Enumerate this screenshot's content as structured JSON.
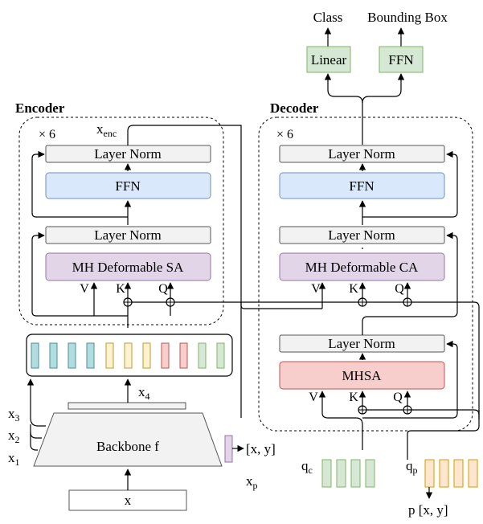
{
  "outputs": {
    "class": "Class",
    "bbox": "Bounding Box"
  },
  "heads": {
    "linear": "Linear",
    "ffn": "FFN"
  },
  "encoder": {
    "title": "Encoder",
    "repeat": "× 6",
    "x_enc": "x",
    "x_enc_sub": "enc",
    "layer_norm_top": "Layer Norm",
    "ffn": "FFN",
    "layer_norm_bottom": "Layer Norm",
    "attn": "MH Deformable SA",
    "v": "V",
    "k": "K",
    "q": "Q"
  },
  "decoder": {
    "title": "Decoder",
    "repeat": "× 6",
    "layer_norm_top": "Layer Norm",
    "ffn": "FFN",
    "layer_norm_mid": "Layer Norm",
    "attn": "MH Deformable CA",
    "v": "V",
    "k": "K",
    "q": "Q",
    "layer_norm_bottom": "Layer Norm",
    "mhsa": "MHSA",
    "v2": "V",
    "k2": "K",
    "q2": "Q"
  },
  "backbone": {
    "label": "Backbone f",
    "input": "x",
    "x4": "x",
    "x4_sub": "4",
    "x3": "x",
    "x3_sub": "3",
    "x2": "x",
    "x2_sub": "2",
    "x1": "x",
    "x1_sub": "1"
  },
  "position": {
    "coord": "[x, y]",
    "xp": "x",
    "xp_sub": "p"
  },
  "queries": {
    "qc": "q",
    "qc_sub": "c",
    "qp": "q",
    "qp_sub": "p",
    "p_label": "p [x, y]"
  },
  "colors": {
    "teal": "#b1dde0",
    "yellow": "#fff2cc",
    "pink": "#f8cecc",
    "green": "#d5e8d4",
    "purple": "#e1d5e7",
    "orange": "#ffe6cc",
    "blue": "#dae8fc"
  }
}
